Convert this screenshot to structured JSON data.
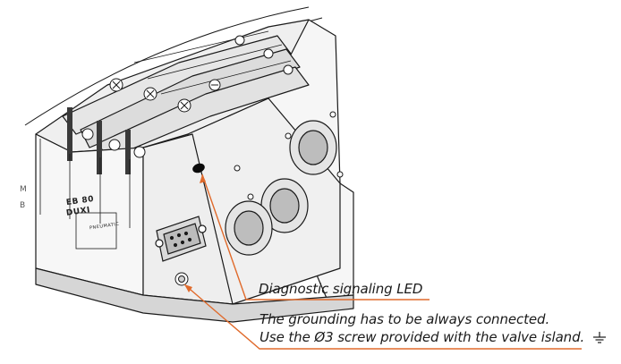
{
  "callouts": {
    "led_label": "Diagnostic signaling LED",
    "ground_line1": "The grounding has to be always connected.",
    "ground_line2": "Use the Ø3 screw provided with the valve island."
  },
  "device_markings": {
    "side_m": "M",
    "side_b": "B",
    "model_line1": "EB 80",
    "model_line2": "DUXI",
    "logo_text": "PNEUMATIC"
  },
  "colors": {
    "leader_line": "#e06a2b",
    "outline": "#1a1a1a",
    "shade": "#d8d8d8",
    "panel": "#f2f2f2"
  },
  "icons": {
    "ground_symbol": "ground-icon"
  }
}
